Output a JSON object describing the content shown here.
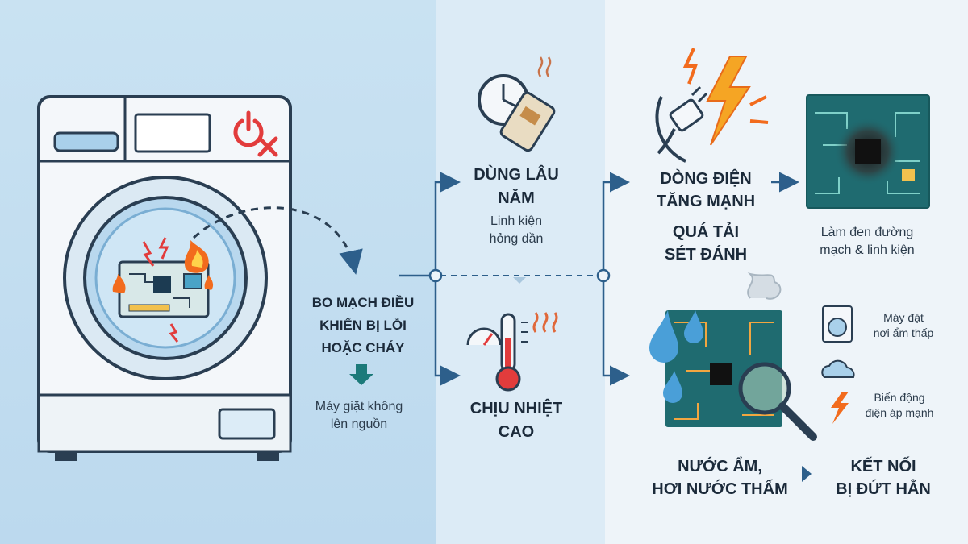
{
  "main_fault": {
    "title_lines": [
      "BO MẠCH ĐIỀU",
      "KHIỂN BỊ LỖI",
      "HOẶC CHÁY"
    ],
    "subtitle_lines": [
      "Máy giặt không",
      "lên nguồn"
    ]
  },
  "causes": {
    "aging": {
      "title_lines": [
        "DÙNG LÂU",
        "NĂM"
      ],
      "desc_lines": [
        "Linh kiện",
        "hỏng dần"
      ]
    },
    "heat": {
      "title_lines": [
        "CHỊU NHIỆT",
        "CAO"
      ]
    },
    "surge": {
      "title_lines": [
        "DÒNG ĐIỆN",
        "TĂNG MẠNH"
      ],
      "title2_lines": [
        "QUÁ TẢI",
        "SÉT ĐÁNH"
      ],
      "result_lines": [
        "Làm đen đường",
        "mạch & linh kiện"
      ]
    },
    "moisture": {
      "title_lines": [
        "NƯỚC ẨM,",
        "HƠI NƯỚC THẤM"
      ],
      "result_lines": [
        "KẾT NỐI",
        "BỊ ĐỨT HẲN"
      ],
      "side_notes": [
        {
          "icon": "washing-machine-icon",
          "lines": [
            "Máy đặt",
            "nơi ẩm thấp"
          ]
        },
        {
          "icon": "cloud-icon",
          "lines": []
        },
        {
          "icon": "lightning-icon",
          "lines": [
            "Biến động",
            "điện áp mạnh"
          ]
        }
      ]
    }
  },
  "colors": {
    "accent": "#2d5f8b",
    "fire": "#f26b1d",
    "warning": "#e23c3c",
    "teal": "#1c7a7a",
    "board": "#1f6b70"
  }
}
